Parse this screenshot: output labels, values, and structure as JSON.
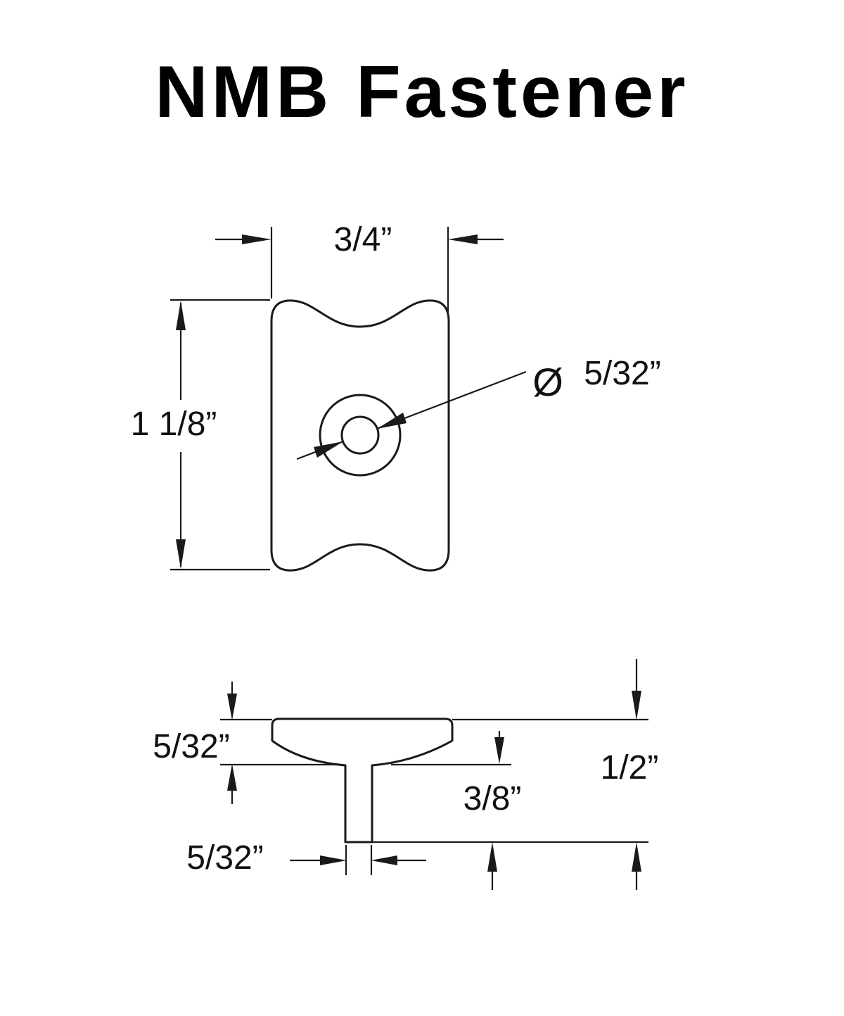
{
  "title": "NMB Fastener",
  "top_view": {
    "width": "3/4”",
    "height": "1 1/8”",
    "diameter_symbol": "Ø",
    "hole_diameter": "5/32”"
  },
  "side_view": {
    "plate_thickness": "5/32”",
    "overall_height": "1/2”",
    "stem_length": "3/8”",
    "stem_width": "5/32”"
  }
}
